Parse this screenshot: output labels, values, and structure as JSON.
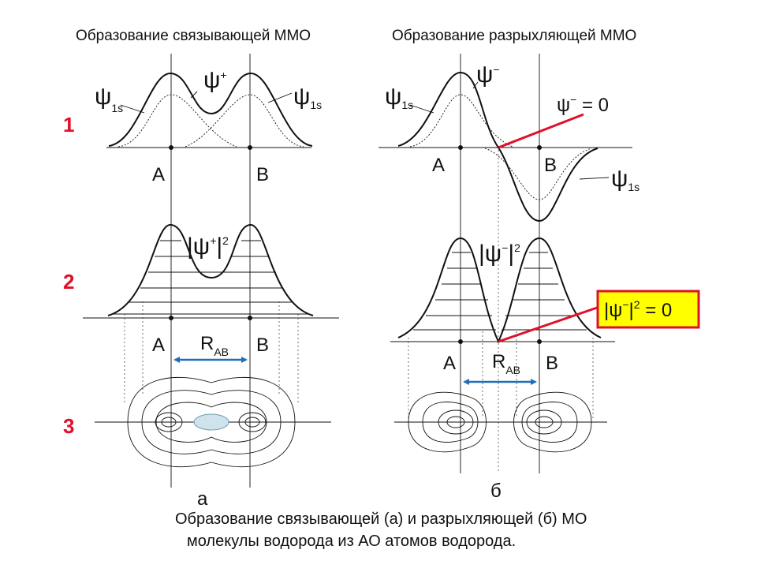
{
  "titles": {
    "left": "Образование связывающей ММО",
    "right": "Образование разрыхляющей ММО"
  },
  "rows": [
    "1",
    "2",
    "3"
  ],
  "left": {
    "psi_plus": "ψ",
    "psi_plus_sup": "+",
    "psi_1s_a": "ψ",
    "psi_1s_a_sub": "1s",
    "psi_1s_b": "ψ",
    "psi_1s_b_sub": "1s",
    "atom_a": "A",
    "atom_b": "B",
    "density": "|ψ",
    "density_sup": "+",
    "density_close": "|",
    "density_pow": "2",
    "atom_a2": "A",
    "atom_b2": "B",
    "r": "R",
    "r_sub": "AB",
    "panel": "а"
  },
  "right": {
    "psi_minus": "ψ",
    "psi_minus_sup": "−",
    "psi_1s_a": "ψ",
    "psi_1s_a_sub": "1s",
    "psi_zero": "ψ",
    "psi_zero_sup": "−",
    "psi_zero_eq": " = 0",
    "atom_a": "A",
    "atom_b": "B",
    "psi_1s_b": "ψ",
    "psi_1s_b_sub": "1s",
    "density": "|ψ",
    "density_sup": "−",
    "density_close": "|",
    "density_pow": "2",
    "density_zero": "|ψ",
    "density_zero_sup": "−",
    "density_zero_close": "|",
    "density_zero_pow": "2",
    "density_zero_eq": " = 0",
    "atom_a2": "A",
    "atom_b2": "B",
    "r": "R",
    "r_sub": "AB",
    "panel": "б"
  },
  "caption": {
    "line1": "Образование связывающей (а) и разрыхляющей (б) МО",
    "line2": "молекулы водорода из АО атомов водорода."
  },
  "colors": {
    "accent_red": "#e0102a",
    "arrow_blue": "#1f6fb8",
    "overlap_fill": "#cfe3ec"
  }
}
